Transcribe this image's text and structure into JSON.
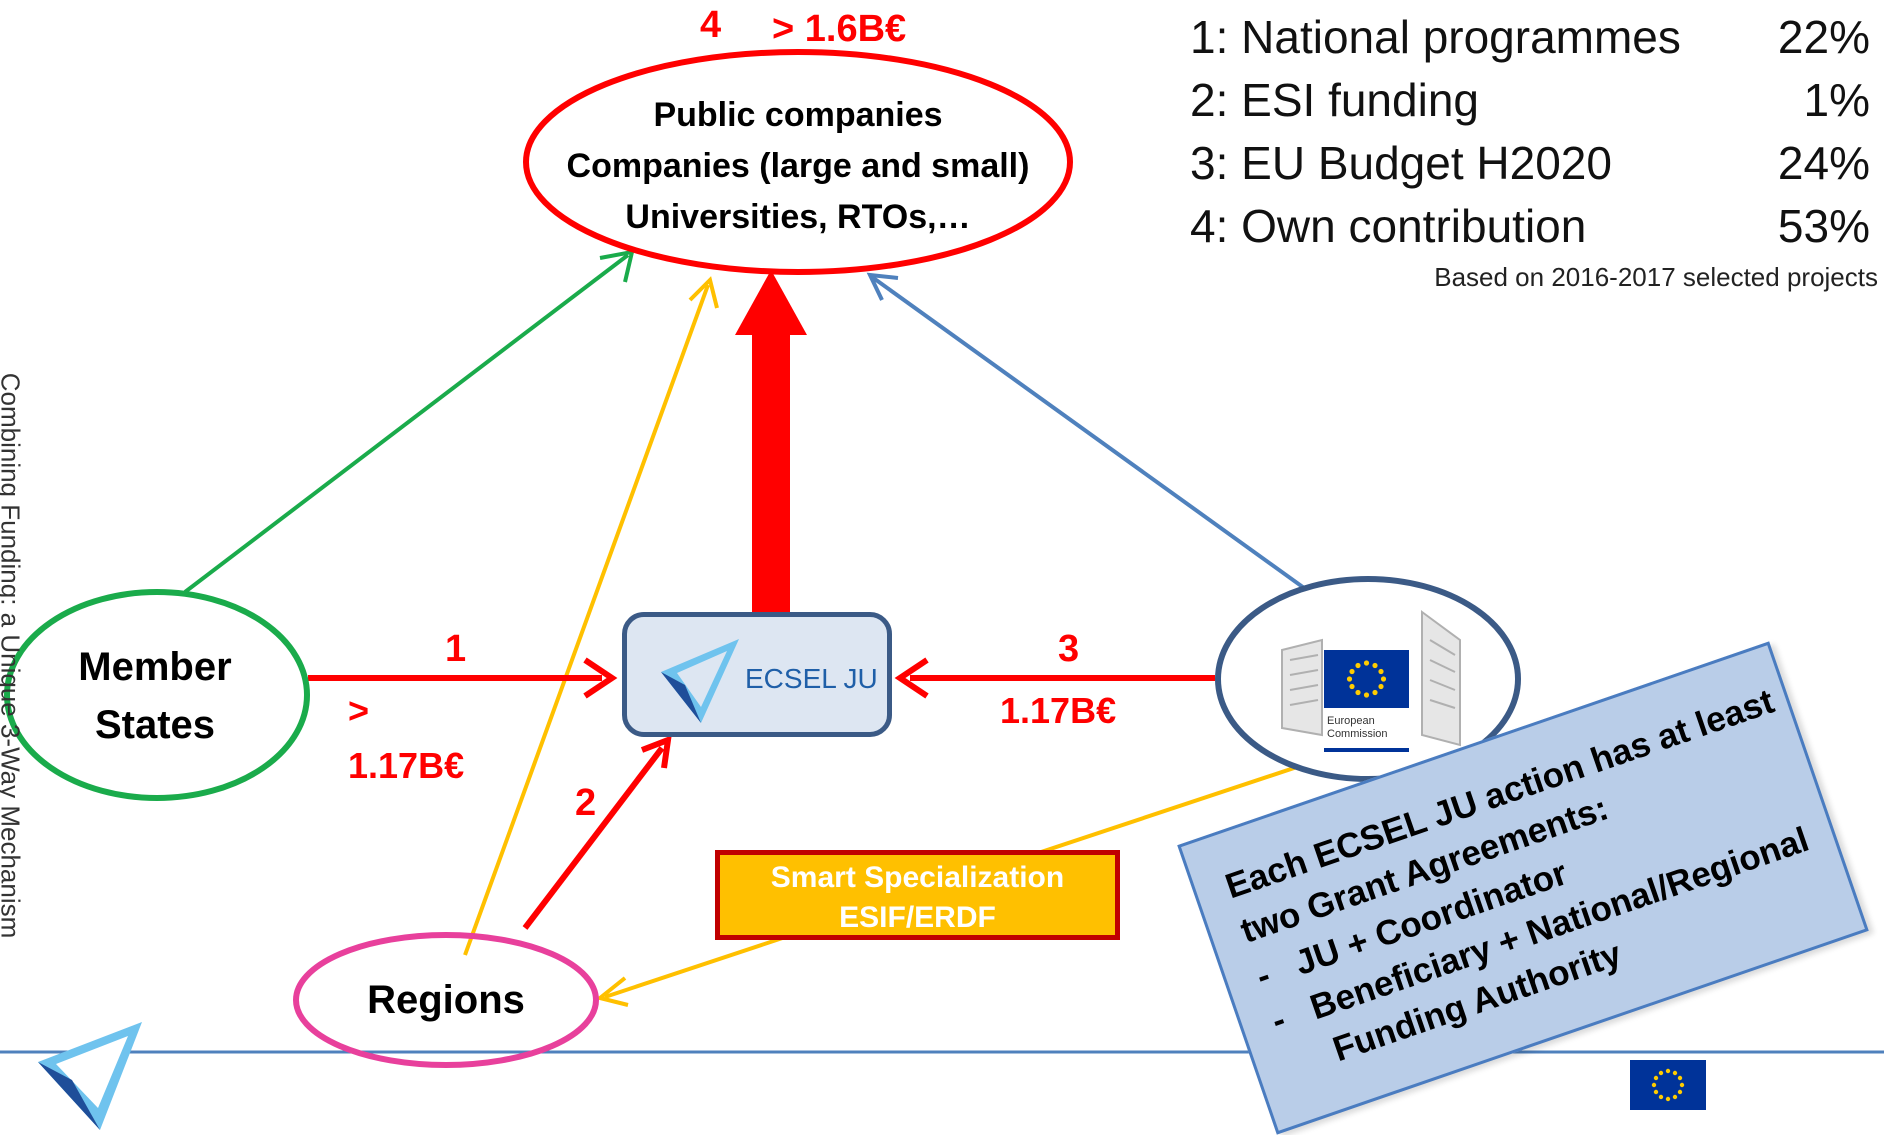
{
  "slide": {
    "sidebar_title": "Combining Funding: a Unique 3-Way Mechanism"
  },
  "legend": {
    "rows": [
      {
        "label": "1: National programmes",
        "value": "22%"
      },
      {
        "label": "2: ESI funding",
        "value": "1%"
      },
      {
        "label": "3: EU Budget H2020",
        "value": "24%"
      },
      {
        "label": "4: Own contribution",
        "value": "53%"
      }
    ],
    "note": "Based on 2016-2017 selected projects"
  },
  "nodes": {
    "beneficiaries": [
      "Public companies",
      "Companies (large and small)",
      "Universities, RTOs,…"
    ],
    "member_states": [
      "Member",
      "States"
    ],
    "regions": "Regions",
    "ecsel": "ECSEL JU",
    "commission": [
      "European",
      "Commission"
    ],
    "smart_spec": [
      "Smart Specialization",
      "ESIF/ERDF"
    ]
  },
  "flows": {
    "f1_num": "1",
    "f1_amount_a": ">",
    "f1_amount_b": "1.17B€",
    "f2_num": "2",
    "f3_num": "3",
    "f3_amount": "1.17B€",
    "f4_num": "4",
    "f4_amount": "> 1.6B€"
  },
  "note_box": {
    "lines": [
      "Each ECSEL JU action has at least",
      "two Grant Agreements:",
      "-   JU + Coordinator",
      "-   Beneficiary + National/Regional",
      "     Funding Authority"
    ]
  },
  "colors": {
    "red": "#ff0000",
    "green": "#1aab4b",
    "yellow": "#ffc000",
    "blue": "#4f81bd",
    "pink": "#e8409c"
  }
}
